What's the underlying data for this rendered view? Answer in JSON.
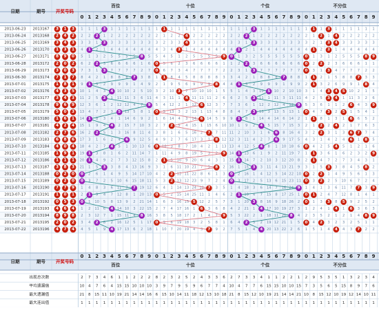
{
  "header": {
    "date_label": "日期",
    "issue_label": "期号",
    "draw_label": "开奖号码",
    "groups": [
      "百位",
      "十位",
      "个位",
      "不分位"
    ],
    "digits": [
      "0",
      "1",
      "2",
      "3",
      "4",
      "5",
      "6",
      "7",
      "8",
      "9"
    ]
  },
  "chart_data": {
    "type": "table",
    "rows": [
      {
        "date": "2013-06-23",
        "issue": "2013167",
        "draw": [
          3,
          1,
          3
        ]
      },
      {
        "date": "2013-06-24",
        "issue": "2013168",
        "draw": [
          2,
          4,
          2
        ]
      },
      {
        "date": "2013-06-25",
        "issue": "2013169",
        "draw": [
          3,
          4,
          3
        ]
      },
      {
        "date": "2013-06-26",
        "issue": "2013170",
        "draw": [
          1,
          3,
          1
        ]
      },
      {
        "date": "2013-06-27",
        "issue": "2013171",
        "draw": [
          8,
          9,
          0
        ]
      },
      {
        "date": "2013-06-28",
        "issue": "2013172",
        "draw": [
          2,
          0,
          2
        ]
      },
      {
        "date": "2013-06-29",
        "issue": "2013173",
        "draw": [
          3,
          0,
          3
        ]
      },
      {
        "date": "2013-06-30",
        "issue": "2013174",
        "draw": [
          7,
          1,
          7
        ]
      },
      {
        "date": "2013-07-01",
        "issue": "2013175",
        "draw": [
          1,
          8,
          1
        ]
      },
      {
        "date": "2013-07-02",
        "issue": "2013176",
        "draw": [
          4,
          3,
          5
        ]
      },
      {
        "date": "2013-07-03",
        "issue": "2013177",
        "draw": [
          3,
          4,
          3
        ]
      },
      {
        "date": "2013-07-04",
        "issue": "2013178",
        "draw": [
          9,
          6,
          9
        ]
      },
      {
        "date": "2013-07-05",
        "issue": "2013179",
        "draw": [
          5,
          0,
          3
        ]
      },
      {
        "date": "2013-07-06",
        "issue": "2013180",
        "draw": [
          1,
          6,
          1
        ]
      },
      {
        "date": "2013-07-07",
        "issue": "2013181",
        "draw": [
          4,
          2,
          4
        ]
      },
      {
        "date": "2013-07-08",
        "issue": "2013182",
        "draw": [
          2,
          7,
          6
        ]
      },
      {
        "date": "2013-07-09",
        "issue": "2013183",
        "draw": [
          6,
          8,
          6
        ]
      },
      {
        "date": "2013-07-10",
        "issue": "2013184",
        "draw": [
          4,
          0,
          4
        ]
      },
      {
        "date": "2013-07-11",
        "issue": "2013185",
        "draw": [
          1,
          9,
          1
        ]
      },
      {
        "date": "2013-07-12",
        "issue": "2013186",
        "draw": [
          1,
          1,
          1
        ]
      },
      {
        "date": "2013-07-13",
        "issue": "2013187",
        "draw": [
          3,
          8,
          3
        ]
      },
      {
        "date": "2013-07-14",
        "issue": "2013188",
        "draw": [
          0,
          2,
          0
        ]
      },
      {
        "date": "2013-07-15",
        "issue": "2013189",
        "draw": [
          0,
          2,
          0
        ]
      },
      {
        "date": "2013-07-16",
        "issue": "2013190",
        "draw": [
          7,
          7,
          9
        ]
      },
      {
        "date": "2013-07-17",
        "issue": "2013191",
        "draw": [
          1,
          0,
          1
        ]
      },
      {
        "date": "2013-07-18",
        "issue": "2013192",
        "draw": [
          0,
          5,
          3
        ]
      },
      {
        "date": "2013-07-19",
        "issue": "2013193",
        "draw": [
          4,
          6,
          4
        ]
      },
      {
        "date": "2013-07-20",
        "issue": "2013194",
        "draw": [
          8,
          9,
          8
        ]
      },
      {
        "date": "2013-07-21",
        "issue": "2013195",
        "draw": [
          2,
          0,
          2
        ]
      },
      {
        "date": "2013-07-22",
        "issue": "2013196",
        "draw": [
          4,
          7,
          4
        ]
      }
    ]
  },
  "stats": {
    "labels": [
      "出现总次数",
      "平均遗漏值",
      "最大遗漏值",
      "最大连出值"
    ],
    "groups": [
      [
        [
          2,
          7,
          3,
          4,
          6,
          1,
          1,
          2,
          2,
          2
        ],
        [
          8,
          2,
          3,
          2,
          5,
          2,
          4,
          3,
          3,
          6
        ],
        [
          2,
          7,
          3,
          3,
          4,
          1,
          1,
          2,
          2,
          1
        ],
        [
          2,
          9,
          5,
          3,
          5,
          1,
          3,
          2,
          3,
          4
        ]
      ],
      [
        [
          10,
          4,
          7,
          6,
          4,
          15,
          15,
          10,
          10,
          10
        ],
        [
          3,
          9,
          7,
          9,
          5,
          9,
          6,
          7,
          7,
          4
        ],
        [
          10,
          4,
          7,
          7,
          6,
          15,
          15,
          10,
          10,
          15
        ],
        [
          7,
          3,
          5,
          6,
          5,
          15,
          8,
          9,
          7,
          6
        ]
      ],
      [
        [
          21,
          8,
          15,
          11,
          10,
          19,
          21,
          14,
          14,
          16
        ],
        [
          6,
          15,
          10,
          14,
          11,
          18,
          12,
          13,
          10,
          18
        ],
        [
          21,
          8,
          15,
          12,
          10,
          19,
          21,
          14,
          14,
          21
        ],
        [
          10,
          8,
          15,
          12,
          10,
          19,
          12,
          14,
          10,
          11
        ]
      ],
      [
        [
          1,
          1,
          1,
          1,
          1,
          1,
          1,
          1,
          1,
          1
        ],
        [
          1,
          1,
          1,
          1,
          1,
          1,
          1,
          1,
          1,
          1
        ],
        [
          1,
          1,
          1,
          1,
          1,
          1,
          1,
          1,
          1,
          1
        ],
        [
          1,
          1,
          1,
          1,
          1,
          1,
          1,
          1,
          1,
          1
        ]
      ]
    ]
  },
  "colors": {
    "ball": "#c8200e",
    "pos_ball": "#9b1fb8",
    "line_teal": "#2e8f8f",
    "line_pink": "#e07b86",
    "header_bg": "#dfe8f3",
    "grid": "#b8cde0",
    "miss_text": "#6b86a8",
    "group_tint": "#eef4fb"
  }
}
